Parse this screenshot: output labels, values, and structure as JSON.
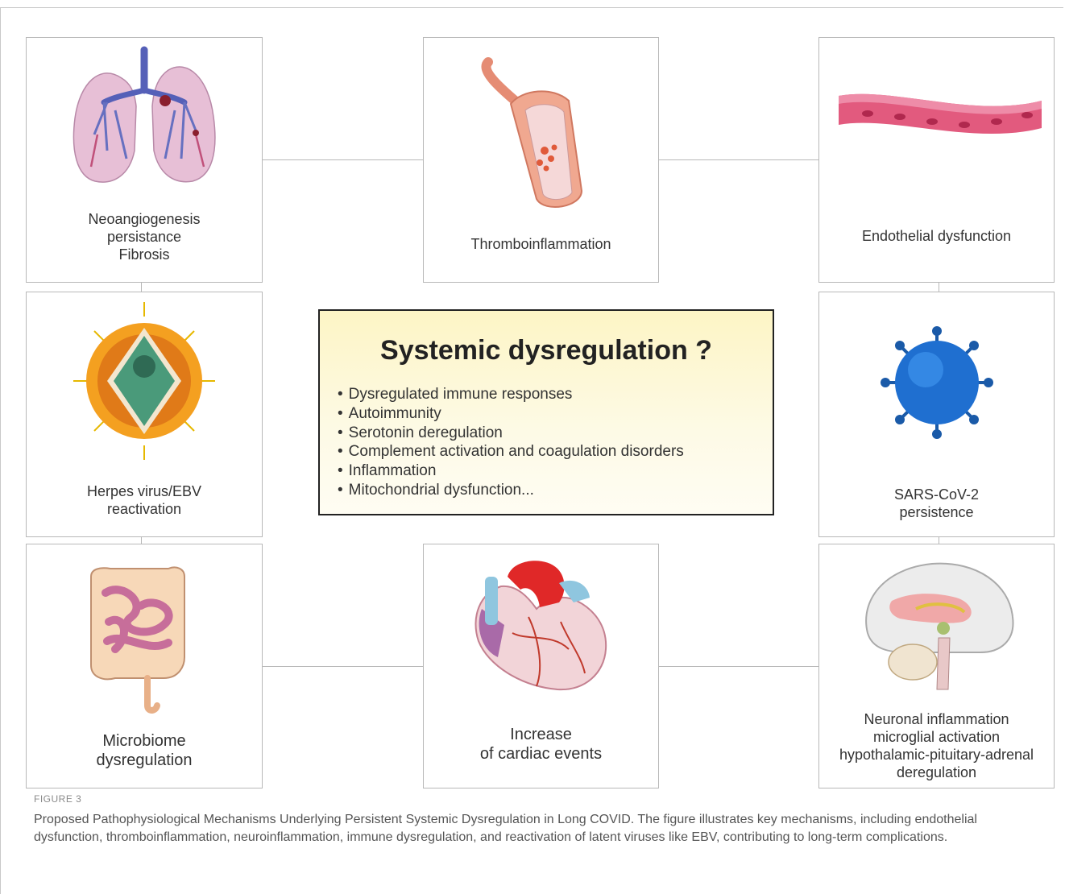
{
  "boxes": {
    "neoangiogenesis": "Neoangiogenesis\npersistance\nFibrosis",
    "thromboinflammation": "Thromboinflammation",
    "endothelial": "Endothelial dysfunction",
    "herpes": "Herpes virus/EBV\nreactivation",
    "sars": "SARS-CoV-2\npersistence",
    "microbiome": "Microbiome\ndysregulation",
    "cardiac": "Increase\nof cardiac events",
    "neuronal": "Neuronal inflammation\nmicroglial activation\nhypothalamic-pituitary-adrenal\nderegulation"
  },
  "center": {
    "title": "Systemic dysregulation ?",
    "bullets": [
      "Dysregulated immune responses",
      "Autoimmunity",
      "Serotonin deregulation",
      "Complement activation and coagulation disorders",
      "Inflammation",
      "Mitochondrial dysfunction..."
    ]
  },
  "caption": {
    "label": "FIGURE 3",
    "text": "Proposed Pathophysiological Mechanisms Underlying Persistent Systemic Dysregulation in Long COVID. The figure illustrates key mechanisms, including endothelial dysfunction, thromboinflammation, neuroinflammation, immune dysregulation, and reactivation of latent viruses like EBV, contributing to long-term complications."
  }
}
